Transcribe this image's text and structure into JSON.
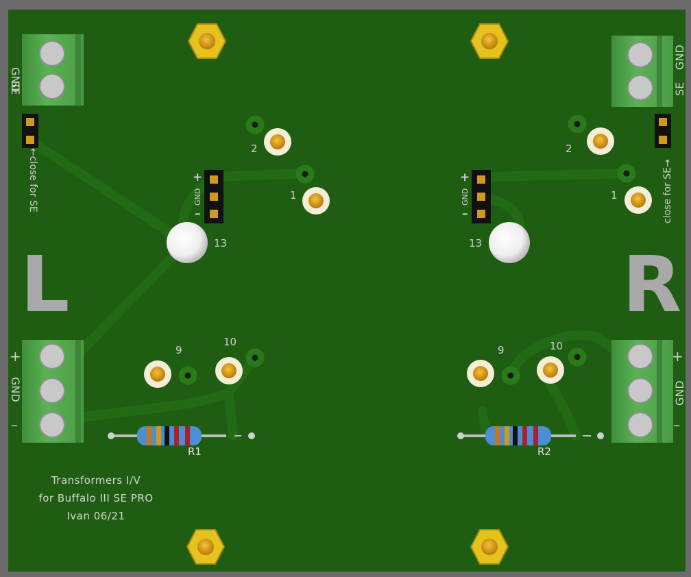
{
  "board": {
    "colors": {
      "background": "#6b6b6b",
      "pcb": "#1f5e12",
      "trace": "#226a14",
      "gold": "#d99a16",
      "terminal": "#52a84a"
    }
  },
  "pads": {
    "p2": "2",
    "p1": "1",
    "p13": "13",
    "p9": "9",
    "p10": "10"
  },
  "resistors": {
    "r1": "R1",
    "r2": "R2"
  },
  "headers": {
    "plus": "+",
    "gnd": "GND",
    "minus": "–"
  },
  "labels": {
    "gnd": "GND",
    "se": "SE",
    "plus": "+",
    "minus": "–",
    "close_left": "←close for SE",
    "close_right": "close for SE→",
    "left_channel": "L",
    "right_channel": "R"
  },
  "notes": {
    "line1": "Transformers I/V",
    "line2": "for Buffalo III SE PRO",
    "line3": "Ivan 06/21"
  }
}
